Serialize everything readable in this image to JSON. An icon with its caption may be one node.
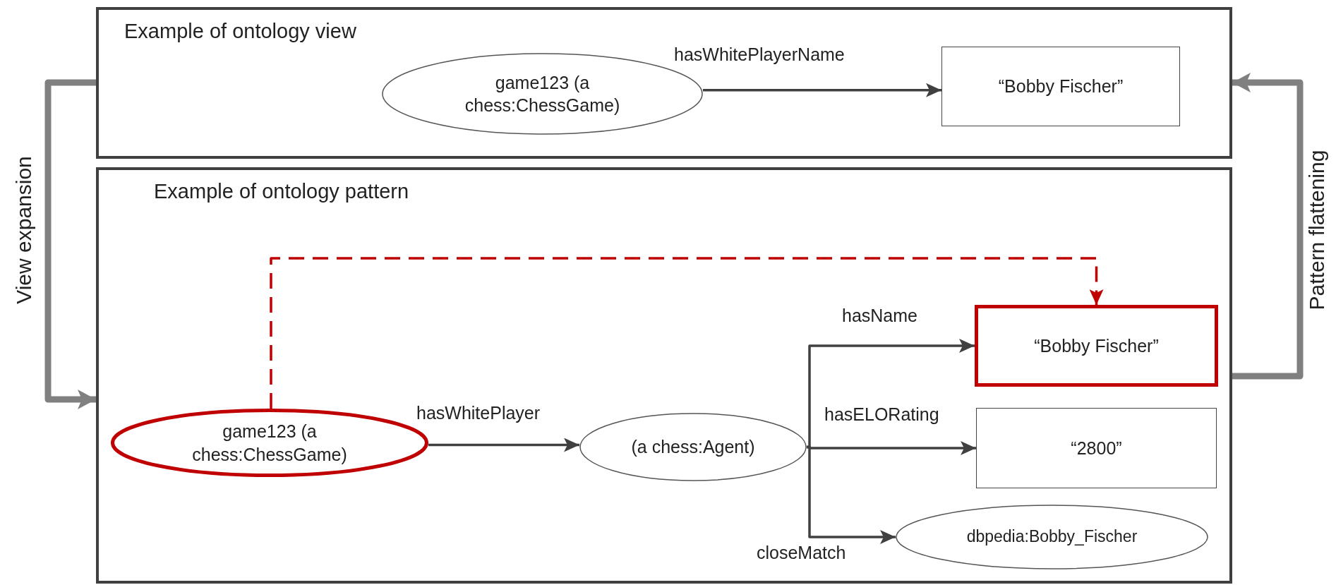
{
  "diagram": {
    "nodes": [
      {
        "text": [
          "Example of ontology view"
        ]
      },
      {
        "text": [
          "game123 (a chess:ChessGame)"
        ],
        "in": 0
      },
      {
        "text": [
          "“Bobby Fischer”"
        ],
        "in": 0
      },
      {
        "text": [
          "Example of ontology pattern"
        ]
      },
      {
        "text": [
          "game123 (a chess:ChessGame)"
        ],
        "in": 3
      },
      {
        "text": [
          "(a chess:Agent)"
        ],
        "in": 3
      },
      {
        "text": [
          "“Bobby Fischer”"
        ],
        "in": 3
      },
      {
        "text": [
          "“2800”"
        ],
        "in": 3
      },
      {
        "text": [
          "dbpedia:Bobby_Fischer"
        ],
        "in": 3
      }
    ],
    "edges": [
      {
        "from": 1,
        "to": 2,
        "arrow": "to",
        "label": "hasWhitePlayerName"
      },
      {
        "from": 4,
        "to": 5,
        "arrow": "to",
        "label": "hasWhitePlayer"
      },
      {
        "from": 5,
        "to": 6,
        "arrow": "to",
        "label": "hasName"
      },
      {
        "from": 5,
        "to": 7,
        "arrow": "to",
        "label": "hasELORating"
      },
      {
        "from": 5,
        "to": 8,
        "arrow": "to",
        "label": "closeMatch"
      },
      {
        "from": 4,
        "to": 6,
        "arrow": "to",
        "style": "dashed",
        "color": "#c00000"
      },
      {
        "from": 0,
        "to": 3,
        "arrow": "to",
        "label": "View expansion",
        "style": "thick",
        "color": "#808080"
      },
      {
        "from": 3,
        "to": 0,
        "arrow": "to",
        "label": "Pattern flattening",
        "style": "thick",
        "color": "#808080"
      }
    ]
  }
}
